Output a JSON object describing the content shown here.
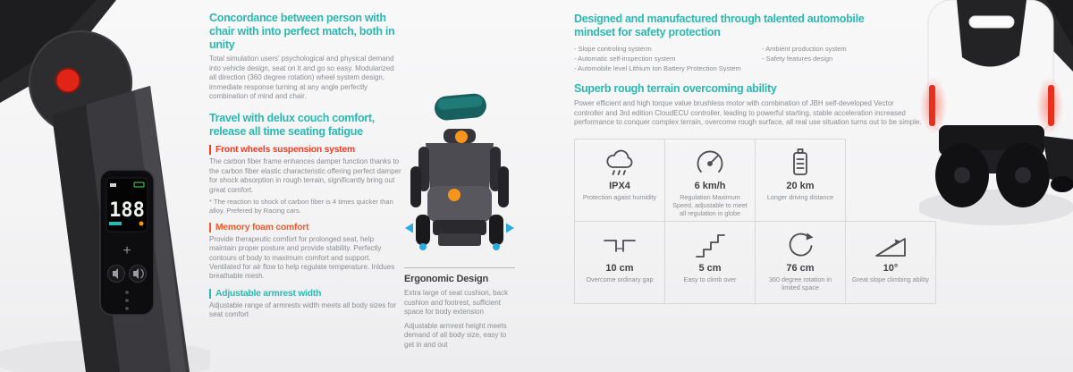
{
  "meta": {
    "accent_teal": "#2cb9b1",
    "accent_orange": "#f1592a",
    "accent_red": "#ee3d23",
    "dot_orange": "#f7941d",
    "arrow_blue": "#29abe2",
    "text_dark": "#414042",
    "text_gray": "#8b8d90"
  },
  "left_product": {
    "name": "power-wheelchair-armrest-and-controller-photo",
    "display_value": "188",
    "plus_label": "+"
  },
  "col1": {
    "concordance": {
      "title": "Concordance between person with chair with into perfect match, both in unity",
      "body": "Total simulation users' psychological and physical demand into vehicle design, seat on it and go so easy.  Modularized all direction (360 degree rotation)  wheel system design, immediate response turning at any angle perfectly combination of mind and chair."
    },
    "travel": {
      "title": "Travel with delux couch comfort, release all time seating fatigue",
      "features": [
        {
          "title": "Front wheels suspension system",
          "body": "The carbon fiber frame enhances damper function thanks to the carbon fiber elastic characteristic offering perfect damper for shock absorption in rough terrain, significantly bring out great comfort.",
          "note": "*  The reaction to shock of carbon fiber is 4 times quicker than alloy.  Prefered by Racing cars."
        },
        {
          "title": "Memory foam comfort",
          "body": "Provide therapeutic comfort for prolonged seat, help maintain proper posture and provide stability.  Perfectly contours of body to maximum comfort and support. Ventilated for air flow to help regulate temperature. Inldues breathable mesh."
        },
        {
          "title": "Adjustable armrest width",
          "body": "Adjustable range of armrests width meets all body sizes for seat comfort"
        }
      ]
    }
  },
  "col2": {
    "ergonomic": {
      "title": "Ergonomic Design",
      "p1": "Extra large of seat cushion, back cushion and footrest, sufficient space for body extension",
      "p2": "Adjustable armrest height meets demand of all body size, easy to get in and out"
    }
  },
  "col3": {
    "safety": {
      "title": "Designed and manufactured through talented automobile mindset for safety protection",
      "bullets_left": [
        "- Slope controling systerm",
        "- Automatic self-inspection system",
        "- Automobile level Lithium Ion Battery Protection System"
      ],
      "bullets_right": [
        "- Ambient production system",
        "- Safety features design"
      ]
    },
    "terrain": {
      "title": "Superb rough terrain overcoming ability",
      "body": "Power efficient and high torque value brushless motor with combination of JBH self-developed Vector controller and 3rd edition CloudECU controller, leading to powerful starting, stable acceleration increased performance to conquer complex terrain, overcome rough surface, all real use situation turns out to be simple."
    },
    "specs": [
      {
        "icon": "cloud-rain-icon",
        "value": "IPX4",
        "label": "Protection agaist humidity"
      },
      {
        "icon": "speedometer-icon",
        "value": "6 km/h",
        "label": "Regulation Maximum Speed, adjustable to meet all regulation in globe"
      },
      {
        "icon": "battery-icon",
        "value": "20 km",
        "label": "Longer driving distance"
      },
      {
        "icon": "gap-icon",
        "value": "10 cm",
        "label": "Overcome ordinary gap"
      },
      {
        "icon": "stairs-icon",
        "value": "5 cm",
        "label": "Easy to climb over"
      },
      {
        "icon": "rotation-icon",
        "value": "76 cm",
        "label": "360 degree rotation in limited space"
      },
      {
        "icon": "slope-icon",
        "value": "10°",
        "label": "Great slope climbing ability"
      }
    ]
  }
}
